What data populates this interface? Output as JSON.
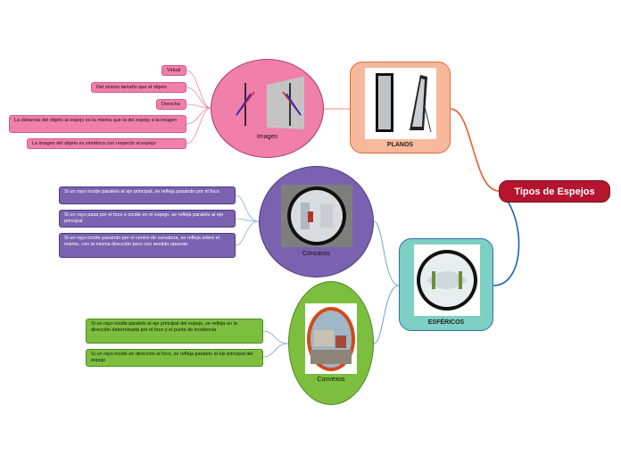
{
  "root": {
    "label": "Tipos de Espejos"
  },
  "planos": {
    "label": "PLANOS"
  },
  "esfericos": {
    "label": "ESFÉRICOS"
  },
  "imagen": {
    "label": "Imagen",
    "leaves": [
      "Virtual",
      "Del mismo tamaño que el objeto",
      "Derecha",
      "La distancia del objeto al espejo es la misma que la del espejo a la imagen",
      "La imagen del objeto es simétrica con respecto al espejo"
    ]
  },
  "concavos": {
    "label": "Cóncavos",
    "leaves": [
      "Si un rayo incide paralelo al eje principal, se refleja pasando por el foco",
      "Si un rayo pasa por el foco e incide en el espejo, se refleja paralelo al eje principal",
      "Si un rayo incide pasando por el centro de curvatura, se refleja sobre el mismo, con la misma dirección pero con sentido opuesto"
    ]
  },
  "convexos": {
    "label": "Convexos",
    "leaves": [
      "Si un rayo incide paralelo al eje principal del espejo, se refleja en la dirección determinada por el foco y el punto de incidencia",
      "Si un rayo incide en dirección al foco, se refleja paralelo al eje principal del espejo"
    ]
  },
  "colors": {
    "root": "#b5142e",
    "planos_link": "#e85a2a",
    "esfericos_link": "#1f5fb5"
  }
}
